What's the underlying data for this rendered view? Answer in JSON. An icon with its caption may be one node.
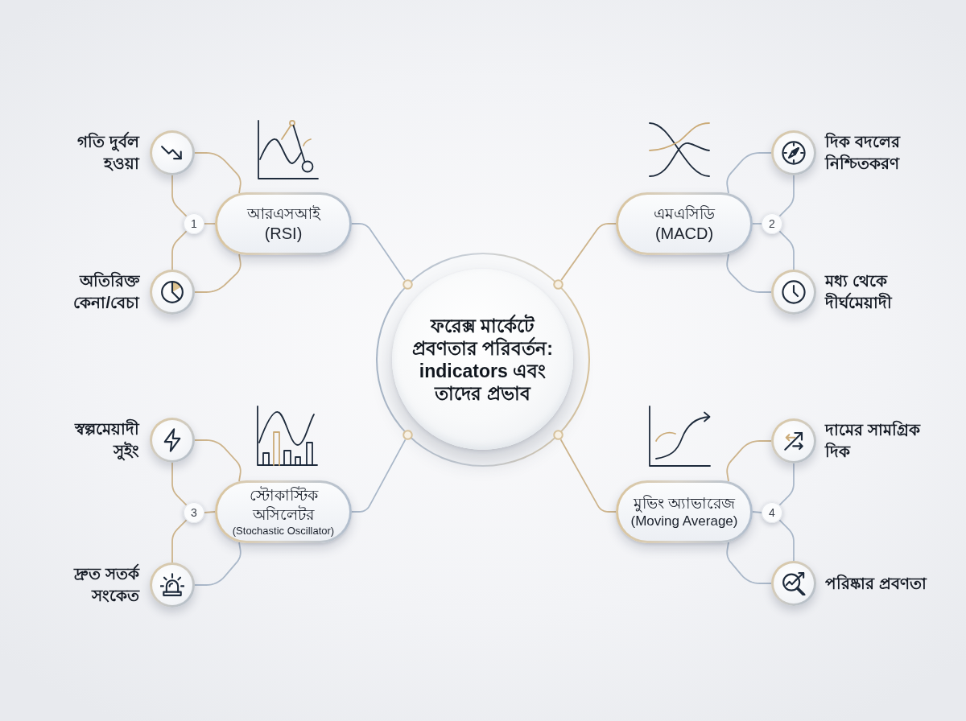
{
  "diagram": {
    "nodes": [
      {
        "text": [
          "ফরেক্স মার্কেটে প্রবণতার পরিবর্তন: indicators এবং তাদের প্রভাব"
        ]
      },
      {
        "text": [
          "আরএসআই",
          "(RSI)"
        ]
      },
      {
        "text": [
          "1"
        ]
      },
      {
        "text": [],
        "shape": "circle",
        "beside": [
          "গতি দুর্বল হওয়া"
        ]
      },
      {
        "text": [],
        "shape": "circle",
        "beside": [
          "অতিরিক্ত কেনা/বেচা"
        ]
      },
      {
        "text": [
          "এমএসিডি",
          "(MACD)"
        ]
      },
      {
        "text": [
          "2"
        ]
      },
      {
        "text": [],
        "shape": "circle",
        "beside": [
          "দিক বদলের নিশ্চিতকরণ"
        ]
      },
      {
        "text": [],
        "shape": "circle",
        "beside": [
          "মধ্য থেকে দীর্ঘমেয়াদী"
        ]
      },
      {
        "text": [
          "স্টোকাস্টিক অসিলেটর",
          "(Stochastic Oscillator)"
        ]
      },
      {
        "text": [
          "3"
        ]
      },
      {
        "text": [],
        "shape": "circle",
        "beside": [
          "স্বল্পমেয়াদী সুইং"
        ]
      },
      {
        "text": [],
        "shape": "circle",
        "beside": [
          "দ্রুত সতর্ক সংকেত"
        ]
      },
      {
        "text": [
          "মুভিং অ্যাভারেজ",
          "(Moving Average)"
        ]
      },
      {
        "text": [
          "4"
        ]
      },
      {
        "text": [],
        "shape": "circle",
        "beside": [
          "দামের সামগ্রিক দিক"
        ]
      },
      {
        "text": [],
        "shape": "circle",
        "beside": [
          "পরিষ্কার প্রবণতা"
        ]
      }
    ],
    "edges": [
      {
        "from": 0,
        "to": 1,
        "arrow": "none"
      },
      {
        "from": 1,
        "to": 3,
        "arrow": "none",
        "color": "#cdb48c"
      },
      {
        "from": 1,
        "to": 2,
        "arrow": "none",
        "color": "#cdb48c"
      },
      {
        "from": 2,
        "to": 3,
        "arrow": "none",
        "color": "#cdb48c"
      },
      {
        "from": 2,
        "to": 4,
        "arrow": "none",
        "color": "#cdb48c"
      },
      {
        "from": 1,
        "to": 4,
        "arrow": "none",
        "color": "#cdb48c"
      },
      {
        "from": 0,
        "to": 5,
        "arrow": "none",
        "color": "#cdb48c"
      },
      {
        "from": 5,
        "to": 7,
        "arrow": "none"
      },
      {
        "from": 5,
        "to": 6,
        "arrow": "none"
      },
      {
        "from": 6,
        "to": 7,
        "arrow": "none"
      },
      {
        "from": 6,
        "to": 8,
        "arrow": "none"
      },
      {
        "from": 5,
        "to": 8,
        "arrow": "none"
      },
      {
        "from": 0,
        "to": 9,
        "arrow": "none"
      },
      {
        "from": 9,
        "to": 11,
        "arrow": "none",
        "color": "#cdb48c"
      },
      {
        "from": 9,
        "to": 10,
        "arrow": "none",
        "color": "#cdb48c"
      },
      {
        "from": 10,
        "to": 11,
        "arrow": "none",
        "color": "#cdb48c"
      },
      {
        "from": 10,
        "to": 12,
        "arrow": "none",
        "color": "#cdb48c"
      },
      {
        "from": 9,
        "to": 12,
        "arrow": "none"
      },
      {
        "from": 0,
        "to": 13,
        "arrow": "none",
        "color": "#cdb48c"
      },
      {
        "from": 13,
        "to": 15,
        "arrow": "none",
        "color": "#cdb48c"
      },
      {
        "from": 13,
        "to": 14,
        "arrow": "none"
      },
      {
        "from": 14,
        "to": 15,
        "arrow": "none"
      },
      {
        "from": 14,
        "to": 16,
        "arrow": "none"
      },
      {
        "from": 13,
        "to": 16,
        "arrow": "none"
      }
    ]
  }
}
